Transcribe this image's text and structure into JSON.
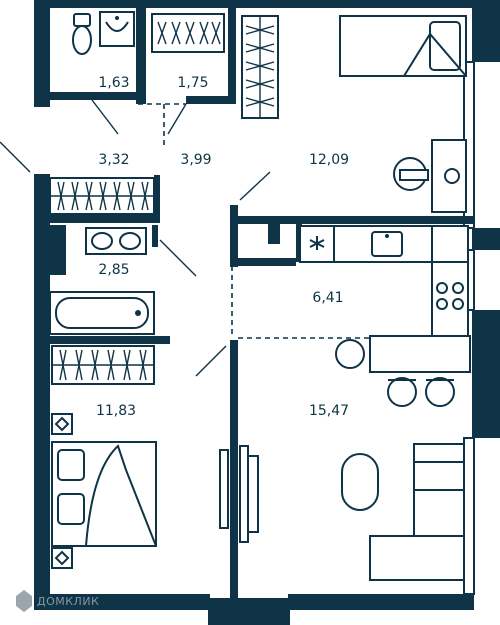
{
  "rooms": [
    {
      "id": "bath-small",
      "area": "1,63"
    },
    {
      "id": "storage-small",
      "area": "1,75"
    },
    {
      "id": "hall-left",
      "area": "3,32"
    },
    {
      "id": "corridor",
      "area": "3,99"
    },
    {
      "id": "bedroom-top",
      "area": "12,09"
    },
    {
      "id": "bathroom",
      "area": "2,85"
    },
    {
      "id": "kitchen",
      "area": "6,41"
    },
    {
      "id": "bedroom-bottom",
      "area": "11,83"
    },
    {
      "id": "living-room",
      "area": "15,47"
    }
  ],
  "watermark": "ДОМКЛИК",
  "colors": {
    "wall": "#0f3447",
    "background": "#ffffff"
  }
}
